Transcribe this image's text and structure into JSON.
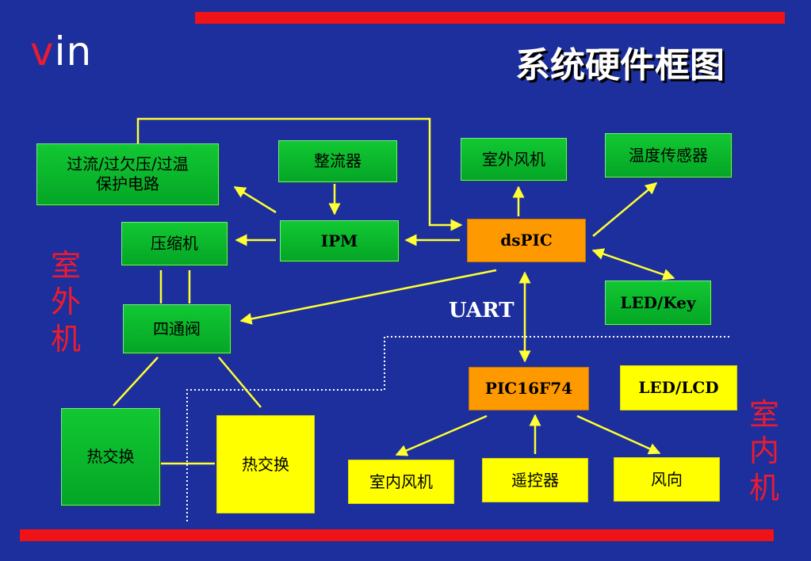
{
  "logo": {
    "v": "v",
    "in": "in"
  },
  "title": "系统硬件框图",
  "side_labels": {
    "outdoor": [
      "室",
      "外",
      "机"
    ],
    "indoor": [
      "室",
      "内",
      "机"
    ]
  },
  "uart_label": "UART",
  "blocks": {
    "protection": "过流/过欠压/过温\n保护电路",
    "rectifier": "整流器",
    "outdoor_fan": "室外风机",
    "temp_sensor": "温度传感器",
    "compressor": "压缩机",
    "ipm": "IPM",
    "dspic": "dsPIC",
    "led_key": "LED/Key",
    "four_way_valve": "四通阀",
    "pic16f74": "PIC16F74",
    "led_lcd": "LED/LCD",
    "heat_exchanger_outdoor": "热交换",
    "heat_exchanger_indoor": "热交换",
    "indoor_fan": "室内风机",
    "remote": "遥控器",
    "wind_direction": "风向"
  },
  "colors": {
    "background": "#1c2f9c",
    "accent_red": "#ef1216",
    "arrow": "#ffff33",
    "green_block": "#0bb82c",
    "orange_block": "#ff9900",
    "yellow_block": "#ffff00",
    "side_label": "#ee1b2e"
  }
}
